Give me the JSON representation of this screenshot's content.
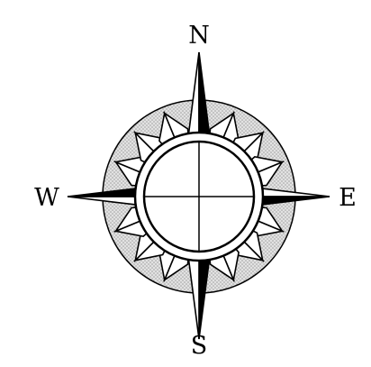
{
  "compass": {
    "labels": {
      "north": "N",
      "east": "E",
      "south": "S",
      "west": "W"
    },
    "colors": {
      "ink": "#000000",
      "paper": "#ffffff",
      "stipple_dot": "#9a9a9a",
      "stipple_base": "#e2e2e2"
    }
  }
}
